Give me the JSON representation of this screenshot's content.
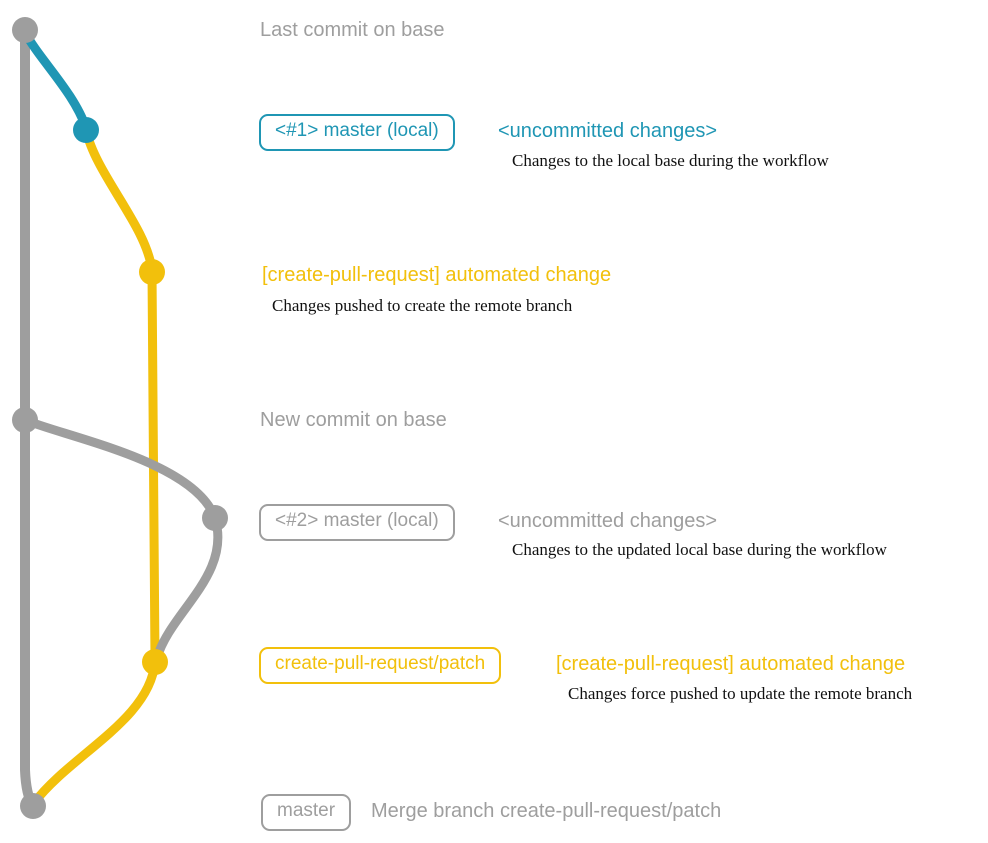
{
  "diagram": {
    "colors": {
      "teal": "#1f96b4",
      "gold": "#f2c00c",
      "gray": "#9e9e9e",
      "ink": "#111111"
    },
    "rows": {
      "last_commit": {
        "label": "Last commit on base"
      },
      "local1": {
        "badge": "<#1> master (local)",
        "title": "<uncommitted changes>",
        "desc": "Changes to the local base during the workflow"
      },
      "patch1": {
        "title": "[create-pull-request] automated change",
        "desc": "Changes pushed to create the remote branch"
      },
      "new_commit": {
        "label": "New commit on base"
      },
      "local2": {
        "badge": "<#2> master (local)",
        "title": "<uncommitted changes>",
        "desc": "Changes to the updated local base during the workflow"
      },
      "patch2": {
        "badge": "create-pull-request/patch",
        "title": "[create-pull-request] automated change",
        "desc": "Changes force pushed to update the remote branch"
      },
      "merge": {
        "badge": "master",
        "label": "Merge branch create-pull-request/patch"
      }
    }
  }
}
